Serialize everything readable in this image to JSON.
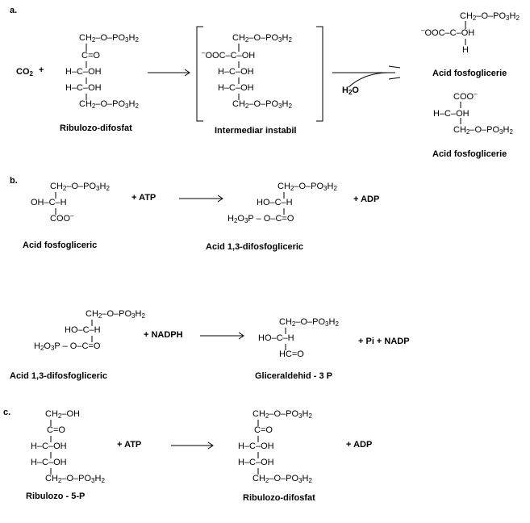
{
  "sections": {
    "a": "a.",
    "b": "b.",
    "c": "c."
  },
  "labels": {
    "ribulozo_difosfat_a": "Ribulozo-difosfat",
    "intermediar": "Intermediar instabil",
    "acid_fosfo_1": "Acid fosfoglicerie",
    "acid_fosfo_2": "Acid fosfoglicerie",
    "acid_fosfo_b": "Acid fosfogliceric",
    "acid_13_b": "Acid 1,3-difosfogliceric",
    "acid_13_b2": "Acid 1,3-difosfogliceric",
    "gliceraldehid": "Gliceraldehid - 3 P",
    "ribulozo_5p": "Ribulozo - 5-P",
    "ribulozo_difosfat_c": "Ribulozo-difosfat"
  },
  "reagents": {
    "co2_plus": "+",
    "h2o": "H2O",
    "atp_b": "+ ATP",
    "adp_b": "+ ADP",
    "nadph": "+ NADPH",
    "pi_nadp": "+ Pi + NADP",
    "atp_c": "+ ATP",
    "adp_c": "+ ADP"
  },
  "atoms": {
    "c_eq_o": "C=O",
    "h_c_oh": "H–C–OH",
    "ho_c_h": "HO–C–H",
    "oh_c_h": "OH–C–H",
    "c_oh": "–C–OH",
    "h_c": "H–C",
    "h": "H",
    "hc_eq_o": "HC=O",
    "ch2_oh": "CH2–OH"
  }
}
